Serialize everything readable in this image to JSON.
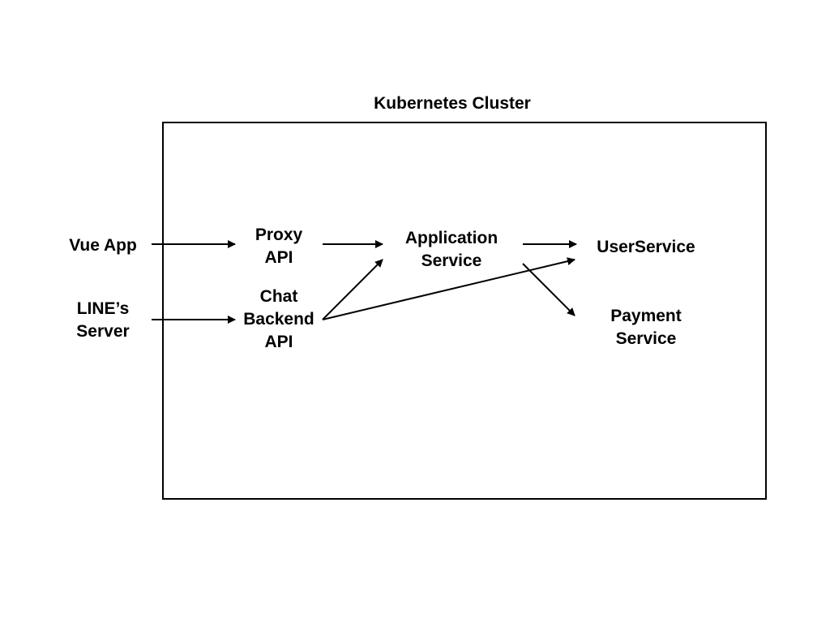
{
  "cluster": {
    "title": "Kubernetes Cluster"
  },
  "nodes": {
    "vue_app": {
      "lines": [
        "Vue App"
      ]
    },
    "line_server": {
      "lines": [
        "LINE’s",
        "Server"
      ]
    },
    "proxy_api": {
      "lines": [
        "Proxy",
        "API"
      ]
    },
    "chat_backend_api": {
      "lines": [
        "Chat",
        "Backend",
        "API"
      ]
    },
    "application_service": {
      "lines": [
        "Application",
        "Service"
      ]
    },
    "user_service": {
      "lines": [
        "UserService"
      ]
    },
    "payment_service": {
      "lines": [
        "Payment",
        "Service"
      ]
    }
  },
  "edges": [
    {
      "from": "Vue App",
      "to": "Proxy API"
    },
    {
      "from": "LINE’s Server",
      "to": "Chat Backend API"
    },
    {
      "from": "Proxy API",
      "to": "Application Service"
    },
    {
      "from": "Chat Backend API",
      "to": "Application Service"
    },
    {
      "from": "Chat Backend API",
      "to": "UserService"
    },
    {
      "from": "Application Service",
      "to": "UserService"
    },
    {
      "from": "Application Service",
      "to": "Payment Service"
    }
  ],
  "colors": {
    "line": "#000000",
    "background": "#ffffff"
  }
}
